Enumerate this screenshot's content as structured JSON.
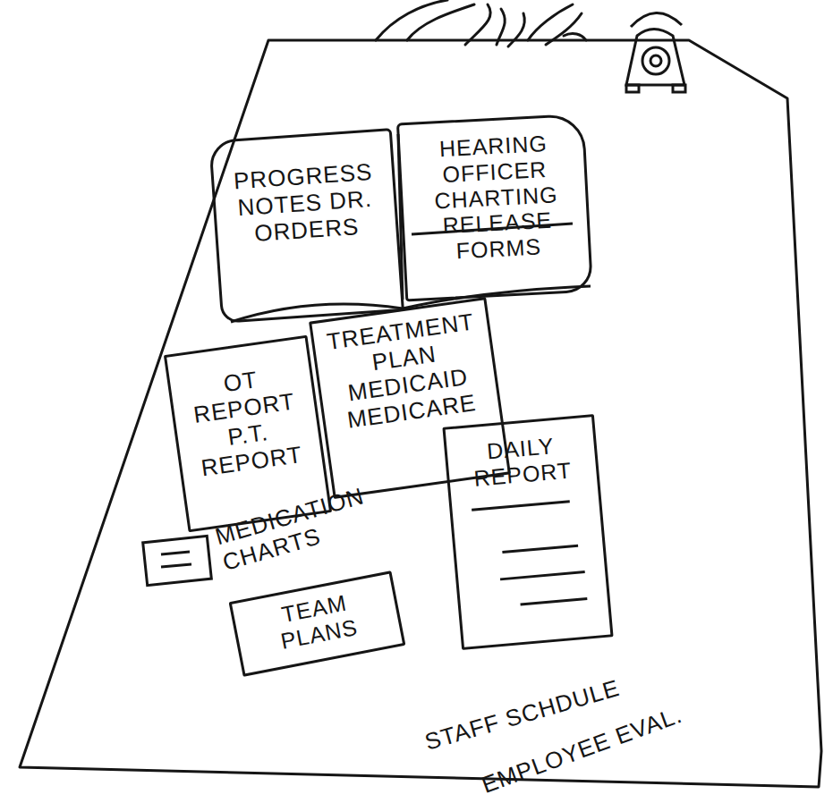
{
  "diagram": {
    "nodes": [
      {
        "text": [
          "PROGRESS NOTES DR. ORDERS"
        ]
      },
      {
        "text": [
          "HEARING OFFICER CHARTING RELEASE FORMS"
        ]
      },
      {
        "text": [
          "OT REPORT P.T. REPORT"
        ]
      },
      {
        "text": [
          "TREATMENT PLAN MEDICAID MEDICARE"
        ]
      },
      {
        "text": [
          "DAILY REPORT"
        ]
      },
      {
        "text": [
          "TEAM PLANS"
        ]
      }
    ],
    "labels": [
      "MEDICATION CHARTS",
      "STAFF SCHDULE",
      "EMPLOYEE EVAL."
    ]
  }
}
